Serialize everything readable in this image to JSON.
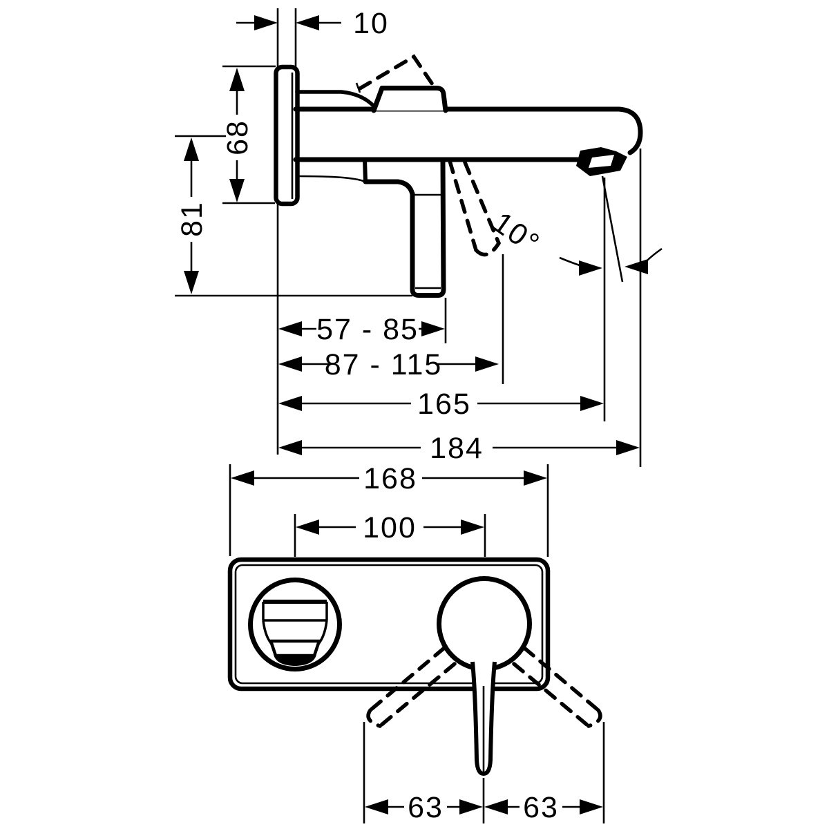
{
  "diagram": {
    "type": "technical-dimension-drawing",
    "subject": "wall-mounted single-lever basin mixer, side elevation and bottom plate view",
    "line_color": "#000000",
    "background_color": "#ffffff",
    "side_view": {
      "dims": {
        "wall_offset": "10",
        "escutcheon_height": "68",
        "outlet_to_lever": "81",
        "lever_range": "57 - 85",
        "lever_range_open": "87 - 115",
        "outlet_projection": "165",
        "total_projection": "184",
        "spout_angle": "10°"
      }
    },
    "front_view": {
      "dims": {
        "escutcheon_width": "168",
        "centers_distance": "100",
        "lever_swing_left": "63",
        "lever_swing_right": "63"
      }
    }
  }
}
